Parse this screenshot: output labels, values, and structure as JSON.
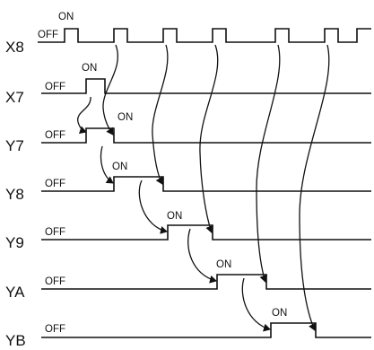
{
  "signals": [
    {
      "name": "X8",
      "off_label": "OFF",
      "on_label": "ON"
    },
    {
      "name": "X7",
      "off_label": "OFF",
      "on_label": "ON"
    },
    {
      "name": "Y7",
      "off_label": "OFF",
      "on_label": "ON"
    },
    {
      "name": "Y8",
      "off_label": "OFF",
      "on_label": "ON"
    },
    {
      "name": "Y9",
      "off_label": "OFF",
      "on_label": "ON"
    },
    {
      "name": "YA",
      "off_label": "OFF",
      "on_label": "ON"
    },
    {
      "name": "YB",
      "off_label": "OFF",
      "on_label": "ON"
    }
  ]
}
